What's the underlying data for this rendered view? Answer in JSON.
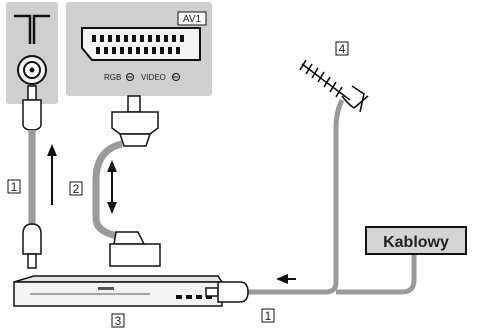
{
  "panel": {
    "av_label": "AV1",
    "rgb_label": "RGB",
    "video_label": "VIDEO"
  },
  "callouts": {
    "n1_left": "1",
    "n2": "2",
    "n3": "3",
    "n4": "4",
    "n1_bottom": "1"
  },
  "cable_box": {
    "label": "Kablowy"
  },
  "colors": {
    "panel_gray": "#cfcfcf",
    "cable_gray": "#9a9a9a",
    "box_fill": "#d4d4d4",
    "line_dark": "#1a1a1a"
  }
}
